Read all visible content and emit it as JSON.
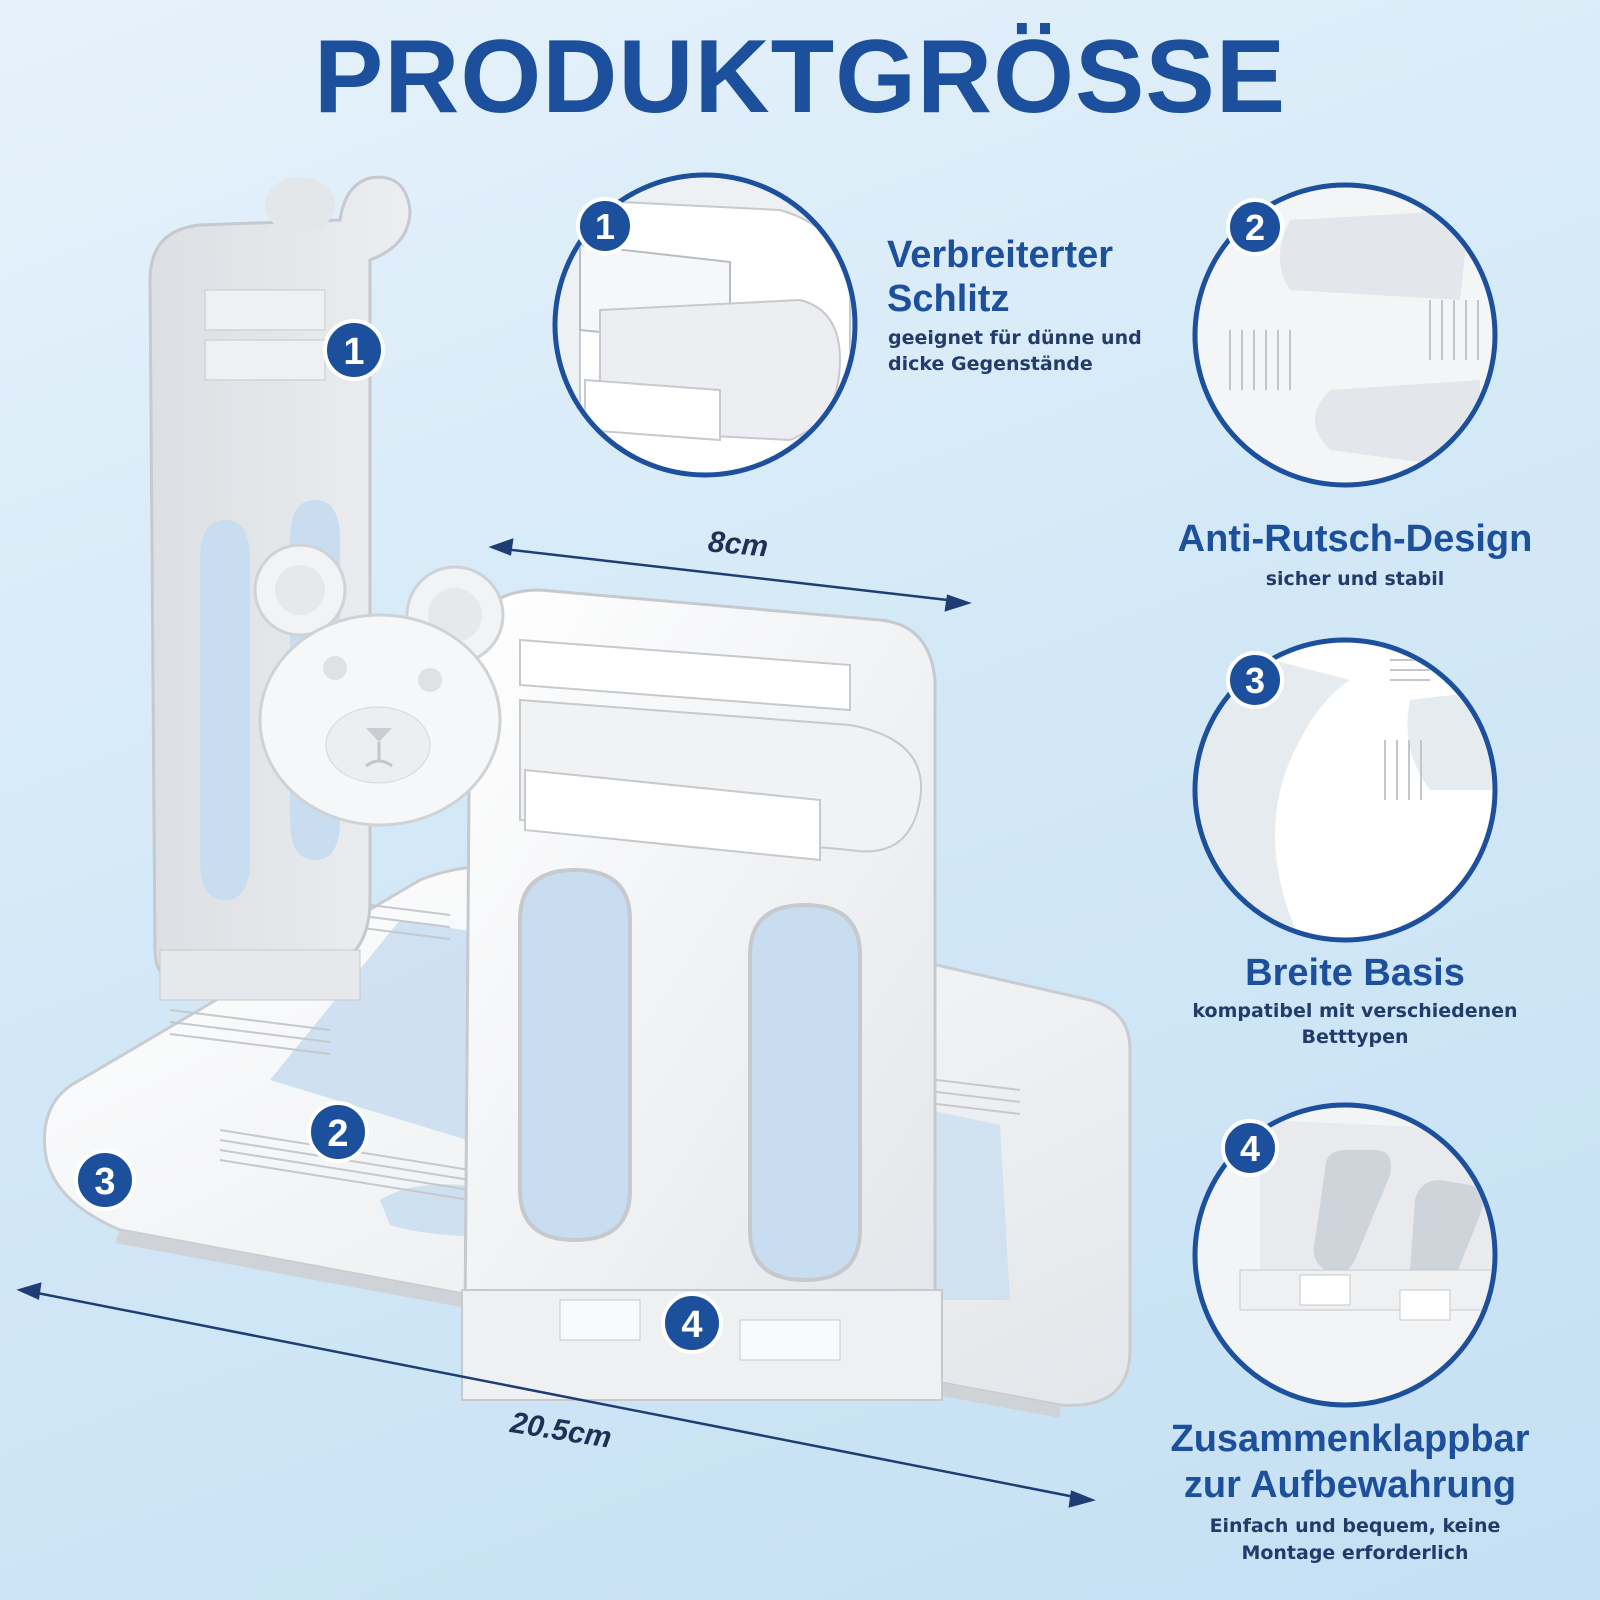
{
  "title": "PRODUKTGRÖSSE",
  "dimensions": {
    "width": "8cm",
    "length": "20.5cm"
  },
  "features": [
    {
      "number": "1",
      "title_line1": "Verbreiterter",
      "title_line2": "Schlitz",
      "sub_line1": "geeignet für dünne und",
      "sub_line2": "dicke Gegenstände"
    },
    {
      "number": "2",
      "title_line1": "Anti-Rutsch-Design",
      "sub_line1": "sicher und stabil"
    },
    {
      "number": "3",
      "title_line1": "Breite Basis",
      "sub_line1": "kompatibel mit verschiedenen",
      "sub_line2": "Betttypen"
    },
    {
      "number": "4",
      "title_line1": "Zusammenklappbar",
      "title_line2": "zur Aufbewahrung",
      "sub_line1": "Einfach und bequem, keine",
      "sub_line2": "Montage erforderlich"
    }
  ],
  "colors": {
    "accent": "#1c4f9c",
    "product": "#f4f5f7"
  }
}
